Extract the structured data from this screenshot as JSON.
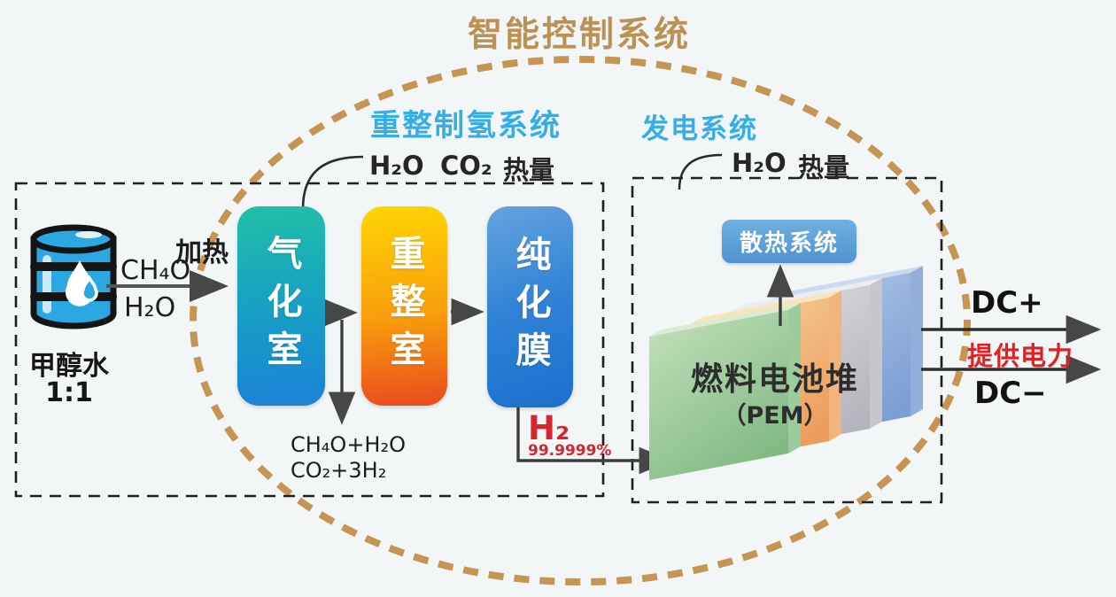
{
  "title": "智能控制系统",
  "colors": {
    "title_gold": "#bb9154",
    "ellipse_dash": "#c49553",
    "system_label_blue": "#35aee8",
    "dashed_box": "#1f1f1f",
    "red_accent": "#d9232e",
    "provide_power_red": "#e31f1f",
    "gasifier_gradient_top": "#23bfa7",
    "gasifier_gradient_bottom": "#1b82d8",
    "reformer_gradient_top": "#ffd503",
    "reformer_gradient_bottom": "#ea4a1f",
    "purifier_gradient_top": "#64a4de",
    "purifier_gradient_bottom": "#1c70ce",
    "cooling_box_blue": "#5b9fd8",
    "barrel_blue": "#2ba7e2",
    "plate_green": "#8fc48f",
    "plate_orange": "#f0a968",
    "plate_gray": "#c2c2c8",
    "plate_blue": "#8aa8d8"
  },
  "reforming": {
    "label": "重整制氢系统",
    "exhaust": {
      "h2o": "H₂O",
      "co2": "CO₂",
      "heat": "热量"
    },
    "feed": {
      "name": "甲醇水",
      "ratio": "1:1",
      "heating": "加热",
      "upper": "CH₄O",
      "lower": "H₂O"
    },
    "chambers": [
      {
        "label": "气化室"
      },
      {
        "label": "重整室"
      },
      {
        "label": "纯化膜"
      }
    ],
    "byproduct": {
      "line1": "CH₄O+H₂O",
      "line2": "CO₂+3H₂"
    },
    "output": {
      "gas": "H₂",
      "purity": "99.9999%"
    }
  },
  "power": {
    "label": "发电系统",
    "exhaust": {
      "h2o": "H₂O",
      "heat": "热量"
    },
    "cooling_label": "散热系统",
    "stack_label": "燃料电池堆",
    "stack_sublabel": "（PEM）",
    "dc_plus": "DC+",
    "provide_power": "提供电力",
    "dc_minus": "DC−"
  }
}
